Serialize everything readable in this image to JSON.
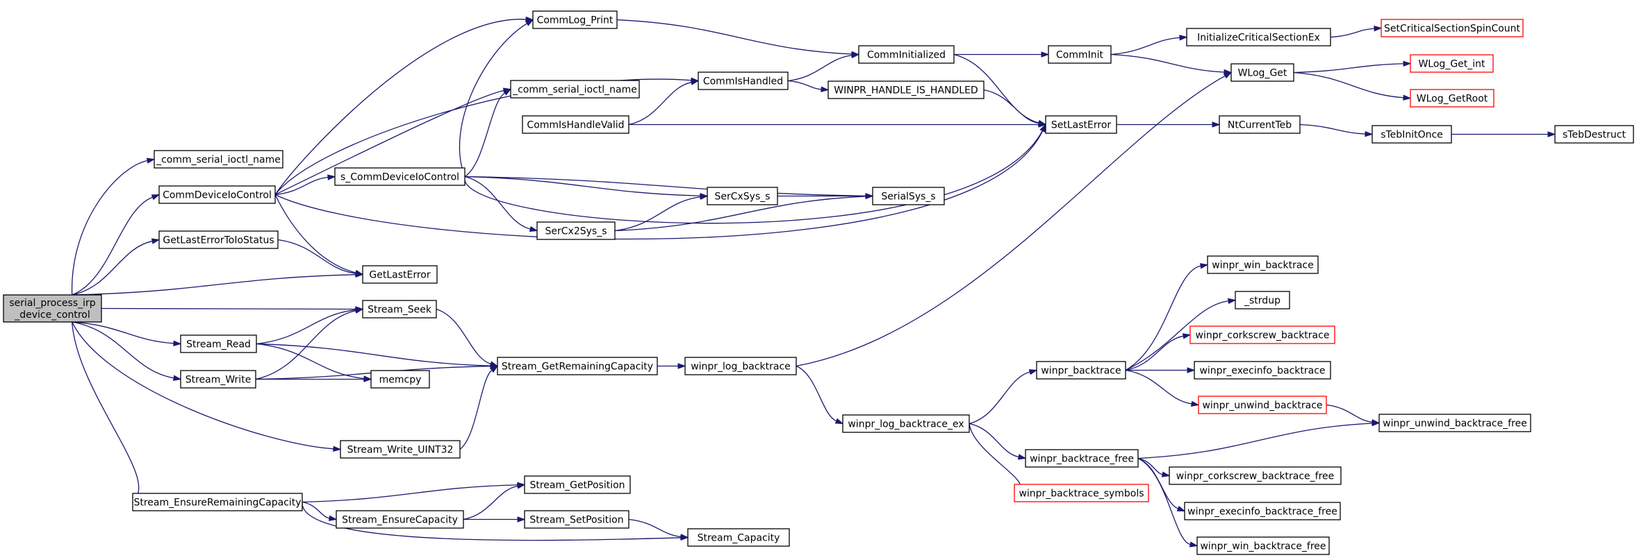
{
  "diagram": {
    "type": "call-graph",
    "colors": {
      "edge": "#191970",
      "node_border": "#000000",
      "truncated_border": "#ff0000",
      "root_fill": "#bfbfbf",
      "background": "#ffffff"
    },
    "nodes": [
      {
        "id": "root",
        "lines": [
          "serial_process_irp",
          "_device_control"
        ],
        "root": true
      },
      {
        "id": "comm_name_a",
        "lines": [
          "_comm_serial_ioctl_name"
        ]
      },
      {
        "id": "comm_dev_ioctl",
        "lines": [
          "CommDeviceIoControl"
        ]
      },
      {
        "id": "getlasterr_status",
        "lines": [
          "GetLastErrorToIoStatus"
        ]
      },
      {
        "id": "stream_read",
        "lines": [
          "Stream_Read"
        ]
      },
      {
        "id": "stream_write",
        "lines": [
          "Stream_Write"
        ]
      },
      {
        "id": "stream_ensure_rem",
        "lines": [
          "Stream_EnsureRemainingCapacity"
        ]
      },
      {
        "id": "commlog_print",
        "lines": [
          "CommLog_Print"
        ]
      },
      {
        "id": "comm_name_b",
        "lines": [
          "_comm_serial_ioctl_name"
        ]
      },
      {
        "id": "comm_handle_valid",
        "lines": [
          "CommIsHandleValid"
        ]
      },
      {
        "id": "s_comm_dev_ioctl",
        "lines": [
          "s_CommDeviceIoControl"
        ]
      },
      {
        "id": "getlasterror",
        "lines": [
          "GetLastError"
        ]
      },
      {
        "id": "stream_seek",
        "lines": [
          "Stream_Seek"
        ]
      },
      {
        "id": "memcpy",
        "lines": [
          "memcpy"
        ]
      },
      {
        "id": "stream_write_u32",
        "lines": [
          "Stream_Write_UINT32"
        ]
      },
      {
        "id": "stream_ensure_cap",
        "lines": [
          "Stream_EnsureCapacity"
        ]
      },
      {
        "id": "stream_getpos",
        "lines": [
          "Stream_GetPosition"
        ]
      },
      {
        "id": "stream_setpos",
        "lines": [
          "Stream_SetPosition"
        ]
      },
      {
        "id": "stream_capacity",
        "lines": [
          "Stream_Capacity"
        ]
      },
      {
        "id": "comm_is_handled",
        "lines": [
          "CommIsHandled"
        ]
      },
      {
        "id": "sercxsys",
        "lines": [
          "SerCxSys_s"
        ]
      },
      {
        "id": "sercx2sys",
        "lines": [
          "SerCx2Sys_s"
        ]
      },
      {
        "id": "stream_getremcap",
        "lines": [
          "Stream_GetRemainingCapacity"
        ]
      },
      {
        "id": "comm_initialized",
        "lines": [
          "CommInitialized"
        ]
      },
      {
        "id": "winpr_handle_handled",
        "lines": [
          "WINPR_HANDLE_IS_HANDLED"
        ]
      },
      {
        "id": "serialsys",
        "lines": [
          "SerialSys_s"
        ]
      },
      {
        "id": "winpr_log_bt",
        "lines": [
          "winpr_log_backtrace"
        ]
      },
      {
        "id": "winpr_log_bt_ex",
        "lines": [
          "winpr_log_backtrace_ex"
        ]
      },
      {
        "id": "comminit",
        "lines": [
          "CommInit"
        ]
      },
      {
        "id": "setlasterror",
        "lines": [
          "SetLastError"
        ]
      },
      {
        "id": "init_crit",
        "lines": [
          "InitializeCriticalSectionEx"
        ]
      },
      {
        "id": "wlog_get",
        "lines": [
          "WLog_Get"
        ]
      },
      {
        "id": "ntcurrentteb",
        "lines": [
          "NtCurrentTeb"
        ]
      },
      {
        "id": "winpr_bt",
        "lines": [
          "winpr_backtrace"
        ]
      },
      {
        "id": "winpr_bt_free",
        "lines": [
          "winpr_backtrace_free"
        ]
      },
      {
        "id": "winpr_bt_symbols",
        "lines": [
          "winpr_backtrace_symbols"
        ],
        "truncated": true
      },
      {
        "id": "set_crit_spin",
        "lines": [
          "SetCriticalSectionSpinCount"
        ],
        "truncated": true
      },
      {
        "id": "wlog_get_int",
        "lines": [
          "WLog_Get_int"
        ],
        "truncated": true
      },
      {
        "id": "wlog_getroot",
        "lines": [
          "WLog_GetRoot"
        ],
        "truncated": true
      },
      {
        "id": "steb_init_once",
        "lines": [
          "sTebInitOnce"
        ]
      },
      {
        "id": "steb_destruct",
        "lines": [
          "sTebDestruct"
        ]
      },
      {
        "id": "winpr_win_bt",
        "lines": [
          "winpr_win_backtrace"
        ]
      },
      {
        "id": "strdup",
        "lines": [
          "_strdup"
        ]
      },
      {
        "id": "winpr_corkscrew_bt",
        "lines": [
          "winpr_corkscrew_backtrace"
        ],
        "truncated": true
      },
      {
        "id": "winpr_execinfo_bt",
        "lines": [
          "winpr_execinfo_backtrace"
        ]
      },
      {
        "id": "winpr_unwind_bt",
        "lines": [
          "winpr_unwind_backtrace"
        ],
        "truncated": true
      },
      {
        "id": "winpr_unwind_bt_free",
        "lines": [
          "winpr_unwind_backtrace_free"
        ]
      },
      {
        "id": "winpr_corkscrew_bt_free",
        "lines": [
          "winpr_corkscrew_backtrace_free"
        ]
      },
      {
        "id": "winpr_execinfo_bt_free",
        "lines": [
          "winpr_execinfo_backtrace_free"
        ]
      },
      {
        "id": "winpr_win_bt_free",
        "lines": [
          "winpr_win_backtrace_free"
        ]
      }
    ],
    "edges": [
      [
        "root",
        "comm_name_a"
      ],
      [
        "root",
        "comm_dev_ioctl"
      ],
      [
        "root",
        "getlasterr_status"
      ],
      [
        "root",
        "getlasterror"
      ],
      [
        "root",
        "stream_seek"
      ],
      [
        "root",
        "stream_read"
      ],
      [
        "root",
        "stream_write"
      ],
      [
        "root",
        "stream_write_u32"
      ],
      [
        "root",
        "stream_ensure_rem"
      ],
      [
        "comm_dev_ioctl",
        "commlog_print"
      ],
      [
        "comm_dev_ioctl",
        "comm_is_handled"
      ],
      [
        "comm_dev_ioctl",
        "comm_name_b"
      ],
      [
        "comm_dev_ioctl",
        "s_comm_dev_ioctl"
      ],
      [
        "comm_dev_ioctl",
        "getlasterror"
      ],
      [
        "comm_dev_ioctl",
        "setlasterror"
      ],
      [
        "getlasterr_status",
        "getlasterror"
      ],
      [
        "stream_read",
        "stream_seek"
      ],
      [
        "stream_read",
        "stream_getremcap"
      ],
      [
        "stream_read",
        "memcpy"
      ],
      [
        "stream_write",
        "stream_seek"
      ],
      [
        "stream_write",
        "memcpy"
      ],
      [
        "stream_write",
        "stream_getremcap"
      ],
      [
        "stream_write_u32",
        "stream_getremcap"
      ],
      [
        "stream_seek",
        "stream_getremcap"
      ],
      [
        "stream_ensure_rem",
        "stream_getpos"
      ],
      [
        "stream_ensure_rem",
        "stream_ensure_cap"
      ],
      [
        "stream_ensure_rem",
        "stream_capacity"
      ],
      [
        "stream_ensure_cap",
        "stream_getpos"
      ],
      [
        "stream_ensure_cap",
        "stream_setpos"
      ],
      [
        "stream_setpos",
        "stream_capacity"
      ],
      [
        "commlog_print",
        "comm_initialized"
      ],
      [
        "comm_handle_valid",
        "comm_is_handled"
      ],
      [
        "comm_handle_valid",
        "setlasterror"
      ],
      [
        "s_comm_dev_ioctl",
        "commlog_print"
      ],
      [
        "s_comm_dev_ioctl",
        "comm_name_b"
      ],
      [
        "s_comm_dev_ioctl",
        "serialsys"
      ],
      [
        "s_comm_dev_ioctl",
        "sercxsys"
      ],
      [
        "s_comm_dev_ioctl",
        "sercx2sys"
      ],
      [
        "s_comm_dev_ioctl",
        "setlasterror"
      ],
      [
        "comm_is_handled",
        "comm_initialized"
      ],
      [
        "comm_is_handled",
        "winpr_handle_handled"
      ],
      [
        "sercxsys",
        "serialsys"
      ],
      [
        "sercx2sys",
        "sercxsys"
      ],
      [
        "sercx2sys",
        "serialsys"
      ],
      [
        "stream_getremcap",
        "winpr_log_bt"
      ],
      [
        "comm_initialized",
        "comminit"
      ],
      [
        "comm_initialized",
        "setlasterror"
      ],
      [
        "winpr_handle_handled",
        "setlasterror"
      ],
      [
        "winpr_log_bt",
        "wlog_get"
      ],
      [
        "winpr_log_bt",
        "winpr_log_bt_ex"
      ],
      [
        "comminit",
        "init_crit"
      ],
      [
        "comminit",
        "wlog_get"
      ],
      [
        "init_crit",
        "set_crit_spin"
      ],
      [
        "wlog_get",
        "wlog_get_int"
      ],
      [
        "wlog_get",
        "wlog_getroot"
      ],
      [
        "setlasterror",
        "ntcurrentteb"
      ],
      [
        "ntcurrentteb",
        "steb_init_once"
      ],
      [
        "steb_init_once",
        "steb_destruct"
      ],
      [
        "winpr_log_bt_ex",
        "winpr_bt"
      ],
      [
        "winpr_log_bt_ex",
        "winpr_bt_free"
      ],
      [
        "winpr_log_bt_ex",
        "winpr_bt_symbols"
      ],
      [
        "winpr_bt",
        "winpr_win_bt"
      ],
      [
        "winpr_bt",
        "strdup"
      ],
      [
        "winpr_bt",
        "winpr_corkscrew_bt"
      ],
      [
        "winpr_bt",
        "winpr_execinfo_bt"
      ],
      [
        "winpr_bt",
        "winpr_unwind_bt"
      ],
      [
        "winpr_unwind_bt",
        "winpr_unwind_bt_free"
      ],
      [
        "winpr_bt_free",
        "winpr_unwind_bt_free"
      ],
      [
        "winpr_bt_free",
        "winpr_corkscrew_bt_free"
      ],
      [
        "winpr_bt_free",
        "winpr_execinfo_bt_free"
      ],
      [
        "winpr_bt_free",
        "winpr_win_bt_free"
      ]
    ]
  }
}
